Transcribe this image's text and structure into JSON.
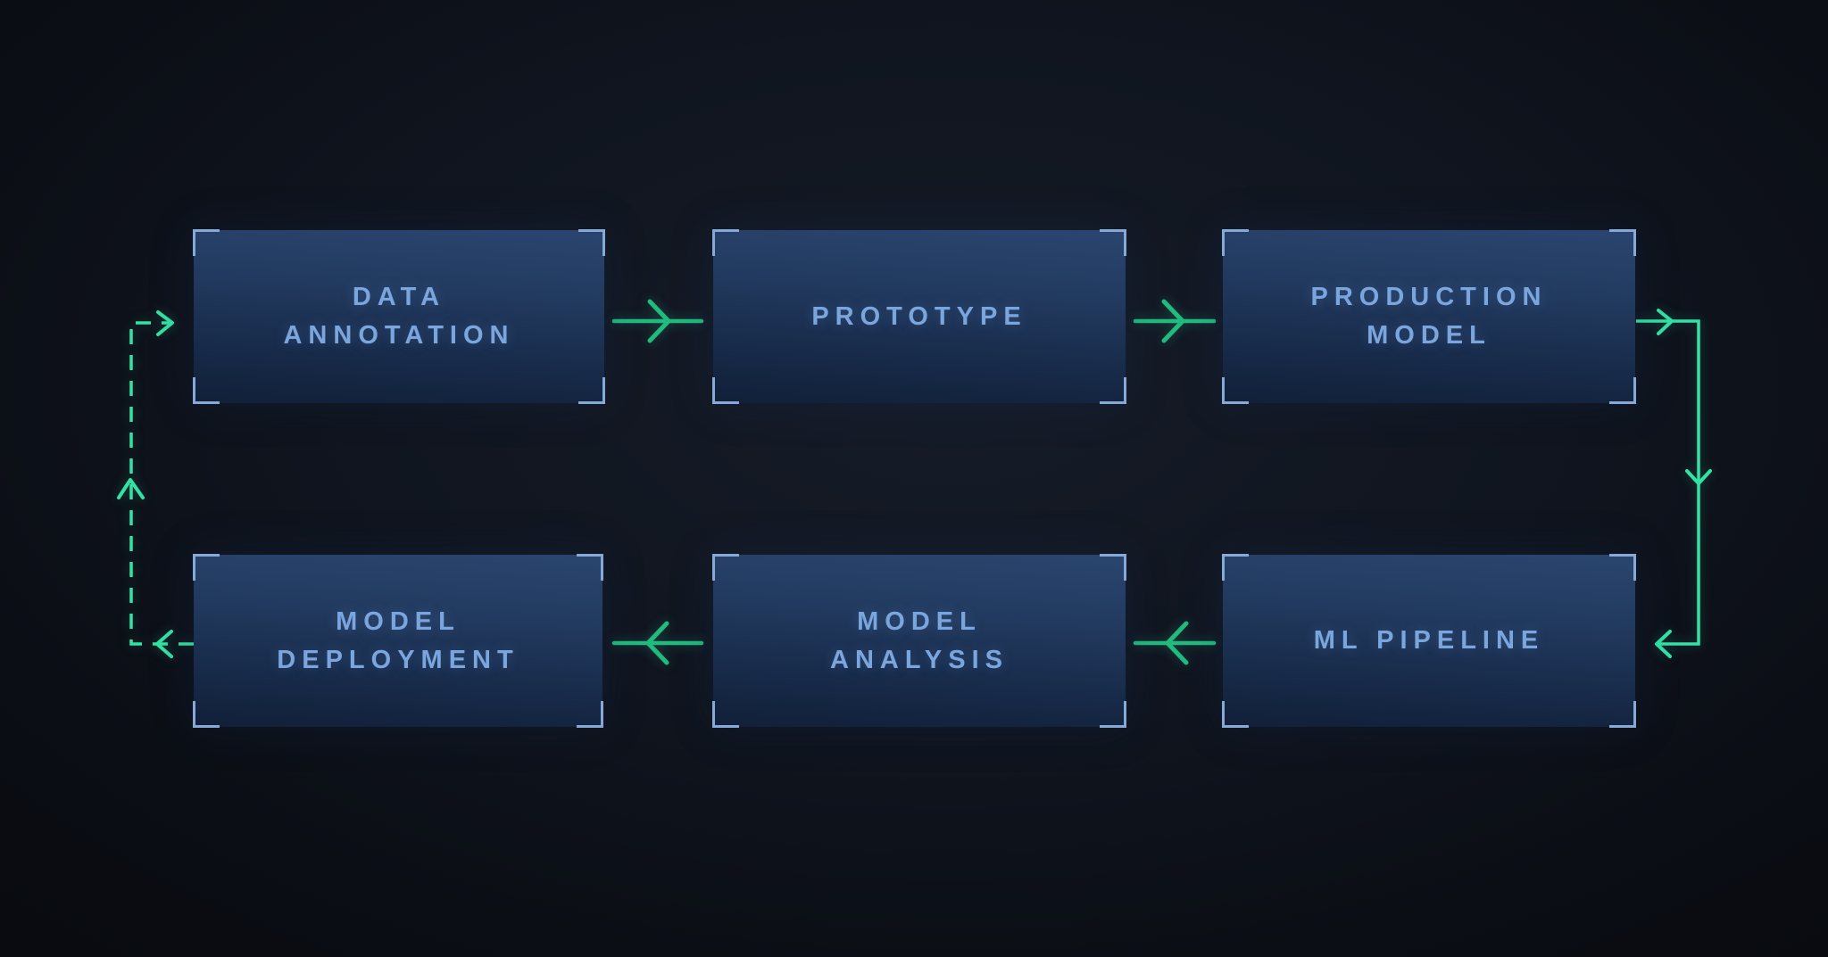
{
  "diagram": {
    "theme": {
      "background": "#0d1118",
      "node_fill_top": "#2a456f",
      "node_fill_bottom": "#122038",
      "node_text_color": "#7ba6dd",
      "corner_bracket_color": "#86a9d8",
      "solid_arrow_color": "#22bb7e",
      "loop_arrow_color": "#33e2a6"
    },
    "nodes": [
      {
        "id": "data-annotation",
        "label": "DATA\nANNOTATION"
      },
      {
        "id": "prototype",
        "label": "PROTOTYPE"
      },
      {
        "id": "production-model",
        "label": "PRODUCTION\nMODEL"
      },
      {
        "id": "ml-pipeline",
        "label": "ML PIPELINE"
      },
      {
        "id": "model-analysis",
        "label": "MODEL\nANALYSIS"
      },
      {
        "id": "model-deployment",
        "label": "MODEL\nDEPLOYMENT"
      }
    ],
    "connections": [
      {
        "from": "data-annotation",
        "to": "prototype",
        "style": "solid",
        "shape": "straight-right"
      },
      {
        "from": "prototype",
        "to": "production-model",
        "style": "solid",
        "shape": "straight-right"
      },
      {
        "from": "production-model",
        "to": "ml-pipeline",
        "style": "solid",
        "shape": "elbow-right-down"
      },
      {
        "from": "ml-pipeline",
        "to": "model-analysis",
        "style": "solid",
        "shape": "straight-left"
      },
      {
        "from": "model-analysis",
        "to": "model-deployment",
        "style": "solid",
        "shape": "straight-left"
      },
      {
        "from": "model-deployment",
        "to": "data-annotation",
        "style": "dashed",
        "shape": "elbow-left-up"
      }
    ]
  }
}
